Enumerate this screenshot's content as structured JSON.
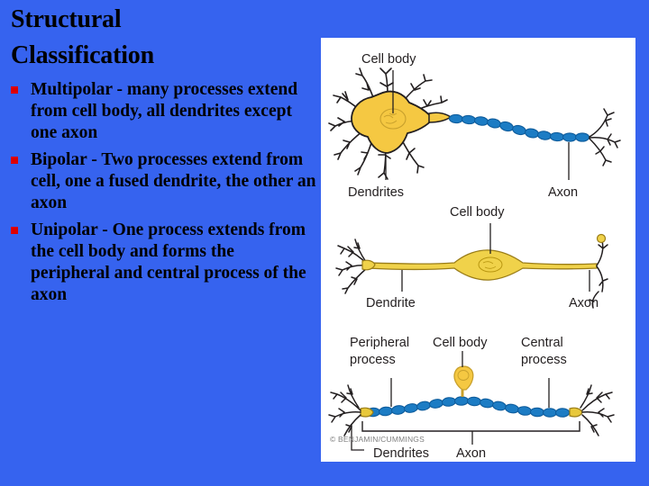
{
  "slide": {
    "title_line1": "Structural",
    "title_line2": "Classification",
    "background_color": "#3663ef",
    "bullet_color": "#dd0000",
    "text_color": "#000000"
  },
  "bullets": [
    {
      "text": "Multipolar - many processes extend from cell body, all dendrites except one axon"
    },
    {
      "text": "Bipolar - Two processes extend from cell, one a fused dendrite, the other an axon"
    },
    {
      "text": "Unipolar - One process extends from the cell body and forms the peripheral and central process of the axon"
    }
  ],
  "figure": {
    "panel_color": "#ffffff",
    "cell_body_color": "#f5c842",
    "myelin_color": "#1c7cc4",
    "outline_color": "#231f20",
    "copyright": "© BENJAMIN/CUMMINGS",
    "diagrams": [
      {
        "name": "multipolar-neuron",
        "labels": {
          "cell_body": "Cell body",
          "dendrites": "Dendrites",
          "axon": "Axon"
        }
      },
      {
        "name": "bipolar-neuron",
        "labels": {
          "cell_body": "Cell body",
          "dendrite": "Dendrite",
          "axon": "Axon"
        }
      },
      {
        "name": "unipolar-neuron",
        "labels": {
          "peripheral_process_line1": "Peripheral",
          "peripheral_process_line2": "process",
          "cell_body": "Cell body",
          "central_process_line1": "Central",
          "central_process_line2": "process",
          "dendrites": "Dendrites",
          "axon": "Axon"
        }
      }
    ]
  }
}
